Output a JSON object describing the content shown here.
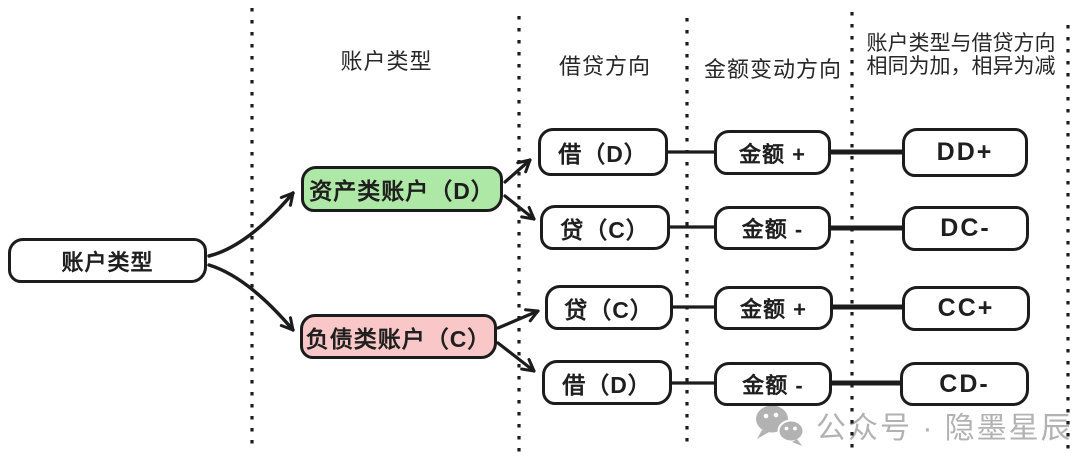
{
  "diagram": {
    "columns": [
      {
        "id": "account-type",
        "header": "账户类型"
      },
      {
        "id": "debit-credit",
        "header": "借贷方向"
      },
      {
        "id": "amount-change",
        "header": "金额变动方向"
      },
      {
        "id": "rule",
        "header_line1": "账户类型与借贷方向",
        "header_line2": "相同为加，相异为减"
      }
    ],
    "root": {
      "label": "账户类型"
    },
    "accounts": [
      {
        "id": "asset",
        "label": "资产类账户（D）",
        "fill": "#ade8a6"
      },
      {
        "id": "liability",
        "label": "负债类账户（C）",
        "fill": "#f9c7c7"
      }
    ],
    "rows": [
      {
        "direction": "借（D）",
        "amount": "金额 +",
        "result": "DD+"
      },
      {
        "direction": "贷（C）",
        "amount": "金额 -",
        "result": "DC-"
      },
      {
        "direction": "贷（C）",
        "amount": "金额 +",
        "result": "CC+"
      },
      {
        "direction": "借（D）",
        "amount": "金额 -",
        "result": "CD-"
      }
    ],
    "edges": [
      {
        "from": "账户类型",
        "to": "资产类账户（D）"
      },
      {
        "from": "账户类型",
        "to": "负债类账户（C）"
      },
      {
        "from": "资产类账户（D）",
        "to": "借（D）"
      },
      {
        "from": "资产类账户（D）",
        "to": "贷（C）"
      },
      {
        "from": "负债类账户（C）",
        "to": "贷（C）"
      },
      {
        "from": "负债类账户（C）",
        "to": "借（D）"
      }
    ],
    "colors": {
      "ink": "#1c1c1c",
      "asset_green": "#ade8a6",
      "liability_pink": "#f9c7c7",
      "watermark_gray": "#b2b2b2",
      "background": "#ffffff"
    }
  },
  "watermark": {
    "icon": "wechat-icon",
    "text": "公众号 · 隐墨星辰"
  }
}
